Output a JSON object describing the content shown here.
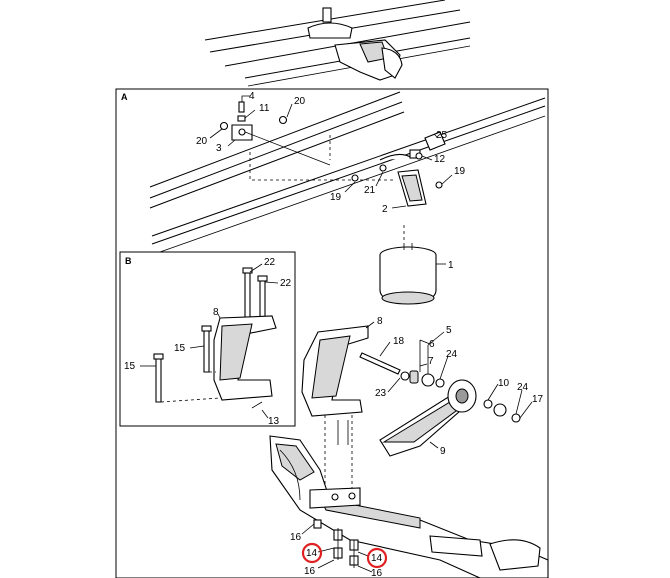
{
  "frames": {
    "main": "A",
    "inset": "B"
  },
  "callouts": [
    {
      "id": "c4",
      "text": "4"
    },
    {
      "id": "c11",
      "text": "11"
    },
    {
      "id": "c20a",
      "text": "20"
    },
    {
      "id": "c20b",
      "text": "20"
    },
    {
      "id": "c3",
      "text": "3"
    },
    {
      "id": "c25",
      "text": "25"
    },
    {
      "id": "c12",
      "text": "12"
    },
    {
      "id": "c19a",
      "text": "19"
    },
    {
      "id": "c21",
      "text": "21"
    },
    {
      "id": "c19b",
      "text": "19"
    },
    {
      "id": "c2",
      "text": "2"
    },
    {
      "id": "c1",
      "text": "1"
    },
    {
      "id": "c22a",
      "text": "22"
    },
    {
      "id": "c22b",
      "text": "22"
    },
    {
      "id": "c8a",
      "text": "8"
    },
    {
      "id": "c15a",
      "text": "15"
    },
    {
      "id": "c15b",
      "text": "15"
    },
    {
      "id": "c13",
      "text": "13"
    },
    {
      "id": "c8b",
      "text": "8"
    },
    {
      "id": "c18",
      "text": "18"
    },
    {
      "id": "c5",
      "text": "5"
    },
    {
      "id": "c6",
      "text": "6"
    },
    {
      "id": "c7",
      "text": "7"
    },
    {
      "id": "c24a",
      "text": "24"
    },
    {
      "id": "c23",
      "text": "23"
    },
    {
      "id": "c10",
      "text": "10"
    },
    {
      "id": "c24b",
      "text": "24"
    },
    {
      "id": "c17",
      "text": "17"
    },
    {
      "id": "c9",
      "text": "9"
    },
    {
      "id": "c16a",
      "text": "16"
    },
    {
      "id": "c14a",
      "text": "14"
    },
    {
      "id": "c16b",
      "text": "16"
    },
    {
      "id": "c14b",
      "text": "14"
    },
    {
      "id": "c16c",
      "text": "16"
    }
  ],
  "highlight_color": "#e02020"
}
